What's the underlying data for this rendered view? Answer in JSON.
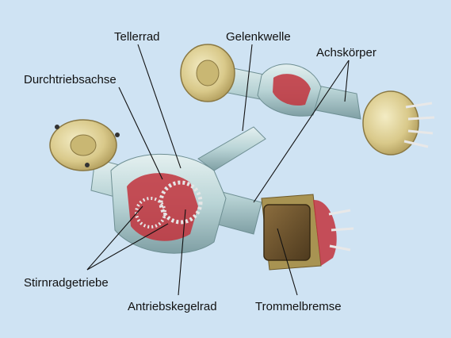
{
  "colors": {
    "background": "#cfe3f3",
    "housing": "#b9d4d6",
    "housing_dark": "#7f9fa4",
    "cutaway_red": "#c2323c",
    "hub_gold": "#d9c98a",
    "hub_gold_dark": "#a89352",
    "brake_lining": "#6b5330",
    "leader_line": "#111111"
  },
  "labels": {
    "tellerrad": "Tellerrad",
    "gelenkwelle": "Gelenkwelle",
    "achskoerper": "Achskörper",
    "durchtriebsachse": "Durchtriebsachse",
    "stirnradgetriebe": "Stirnradgetriebe",
    "antriebskegelrad": "Antriebskegelrad",
    "trommelbremse": "Trommelbremse"
  }
}
